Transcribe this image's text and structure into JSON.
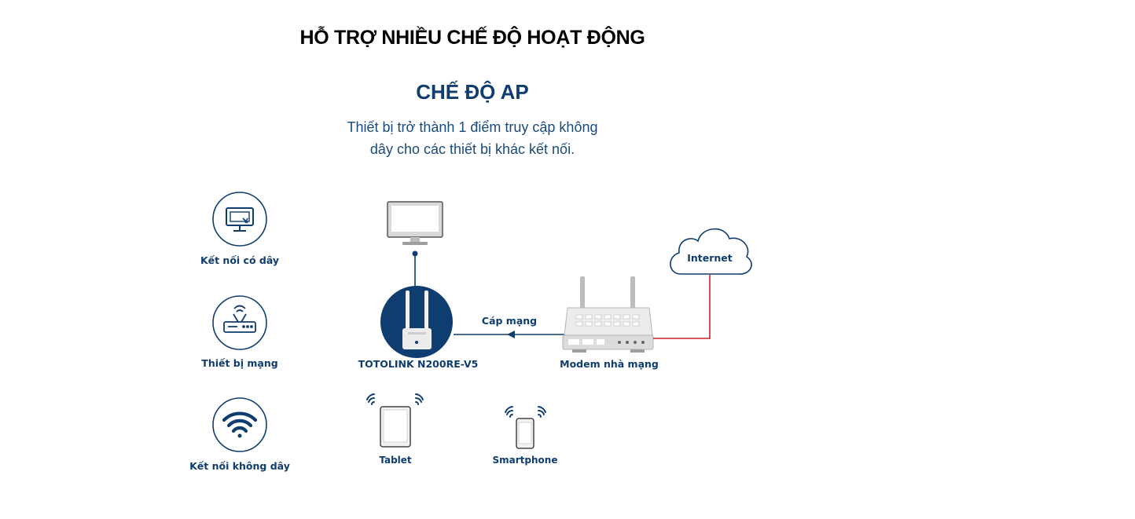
{
  "header": {
    "title": "HỖ TRỢ NHIỀU CHẾ ĐỘ HOẠT ĐỘNG"
  },
  "mode": {
    "title": "CHẾ ĐỘ AP",
    "description_line1": "Thiết bị trở thành 1 điểm truy cập không",
    "description_line2": "dây cho các thiết bị khác kết nối."
  },
  "legend": {
    "wired": "Kết nối có dây",
    "network_device": "Thiết bị mạng",
    "wireless": "Kết nối không dây"
  },
  "nodes": {
    "router": "TOTOLINK N200RE-V5",
    "modem": "Modem nhà mạng",
    "internet": "Internet",
    "tablet": "Tablet",
    "smartphone": "Smartphone"
  },
  "edges": {
    "cable": "Cáp mạng"
  },
  "colors": {
    "primary": "#0f3d70",
    "text_blue": "#1c4a7a",
    "internet_line": "#d31f26",
    "device_gray": "#e6e6e6"
  }
}
